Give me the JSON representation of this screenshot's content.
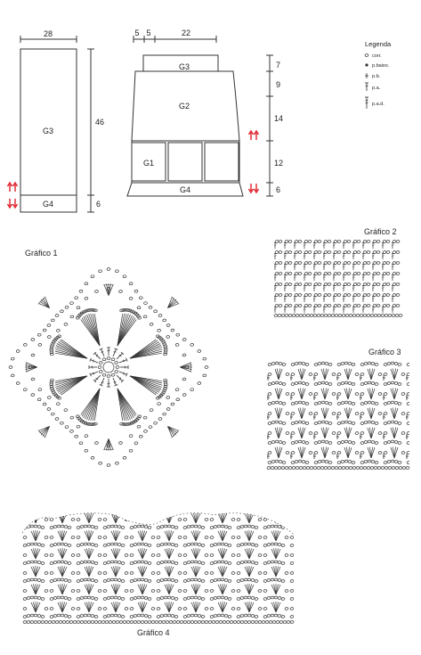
{
  "schematic_left": {
    "width_label": "28",
    "height_label": "46",
    "band_label": "6",
    "main_label": "G3",
    "band_text": "G4"
  },
  "schematic_right": {
    "top_labels": [
      "5",
      "5",
      "22"
    ],
    "side_labels": [
      "7",
      "9",
      "14",
      "12",
      "6"
    ],
    "g3_label": "G3",
    "g2_label": "G2",
    "g1_label": "G1",
    "g4_label": "G4"
  },
  "legend": {
    "title": "Legenda",
    "items": [
      {
        "symbol": "chain-icon",
        "label": "corr."
      },
      {
        "symbol": "slip-stitch-icon",
        "label": "p.baixo."
      },
      {
        "symbol": "single-crochet-icon",
        "label": "p.b."
      },
      {
        "symbol": "double-crochet-icon",
        "label": "p.a."
      },
      {
        "symbol": "treble-crochet-icon",
        "label": "p.a.d."
      }
    ]
  },
  "charts": {
    "grafico1": "Gráfico 1",
    "grafico2": "Gráfico 2",
    "grafico3": "Gráfico 3",
    "grafico4": "Gráfico 4"
  },
  "colors": {
    "arrow": "#e0202a",
    "ink": "#222222"
  }
}
